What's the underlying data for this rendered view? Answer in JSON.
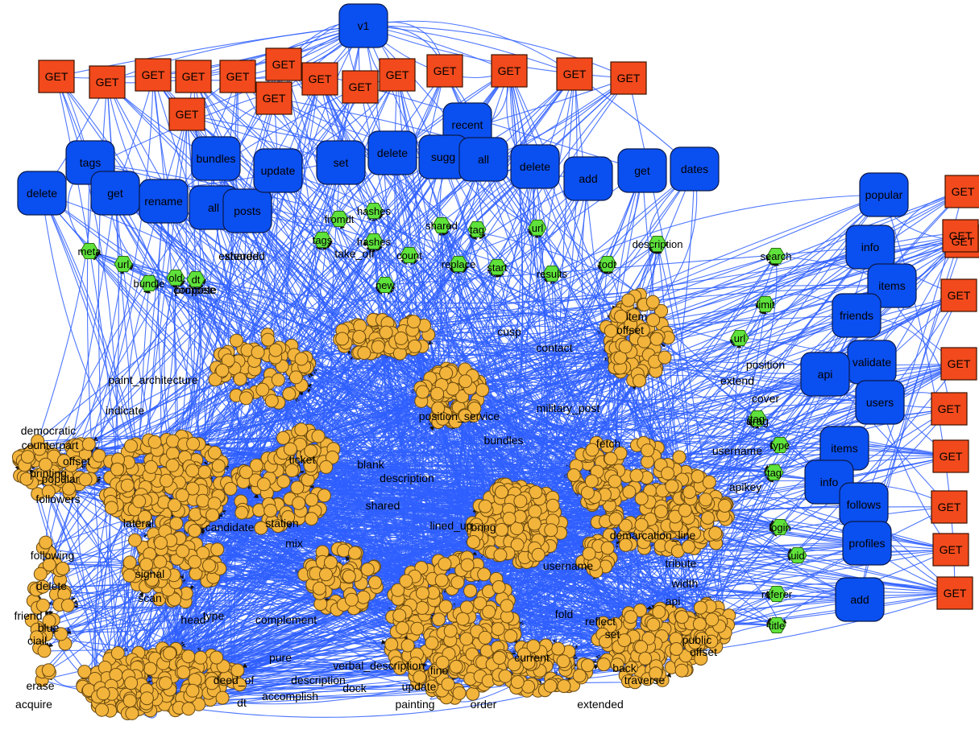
{
  "diagram": {
    "type": "network-graph",
    "colors": {
      "edge": "#2f5fff",
      "endpoint_node": "#0a4ff0",
      "method_node": "#f24a1c",
      "param_node": "#5fe23b",
      "term_node": "#f3b43c"
    },
    "red_nodes": [
      "GET",
      "GET",
      "GET",
      "GET",
      "GET",
      "GET",
      "GET",
      "GET",
      "GET",
      "GET",
      "GET",
      "GET",
      "GET",
      "GET",
      "GET",
      "GET",
      "GET",
      "GET",
      "GET",
      "GET",
      "GET",
      "GET",
      "GET",
      "GET",
      "GET"
    ],
    "blue_nodes": [
      "v1",
      "tags",
      "delete",
      "get",
      "bundles",
      "rename",
      "all",
      "posts",
      "update",
      "set",
      "delete",
      "recent",
      "sugg",
      "all",
      "delete",
      "add",
      "get",
      "dates",
      "popular",
      "info",
      "items",
      "friends",
      "validate",
      "api",
      "users",
      "items",
      "info",
      "follows",
      "profiles",
      "add"
    ],
    "green_nodes": [
      "meta",
      "url",
      "bundle",
      "old",
      "dt",
      "tags",
      "fromdt",
      "hashes",
      "hashes",
      "count",
      "shared",
      "tag",
      "url",
      "replace",
      "start",
      "todt",
      "description",
      "results",
      "new",
      "search",
      "limit",
      "url",
      "tag",
      "type",
      "tag",
      "login",
      "uid",
      "referer",
      "title"
    ],
    "text_labels": [
      "propose",
      "extended",
      "take_off",
      "paint_architecture",
      "indicate",
      "democratic",
      "counterpart",
      "offset",
      "printing",
      "popular",
      "followers",
      "following",
      "delete",
      "friend",
      "blue",
      "ciail",
      "erase",
      "acquire",
      "lateral",
      "candidate",
      "signal",
      "scan",
      "head",
      "type",
      "complement",
      "description",
      "verbal_description",
      "update",
      "pure",
      "dt",
      "deed_of",
      "cusp",
      "contact",
      "item",
      "offset",
      "military_post",
      "position_service",
      "bundles",
      "ticket",
      "blank",
      "description",
      "shared",
      "lined_up",
      "bring",
      "fetch",
      "drag",
      "cover",
      "extend",
      "position",
      "username",
      "apikey",
      "api",
      "public",
      "offset",
      "username",
      "demarcation_line",
      "tribute",
      "traverse",
      "back",
      "extended",
      "current",
      "set",
      "fold",
      "width",
      "reflect",
      "accomplish",
      "dock",
      "fine",
      "painting",
      "order",
      "mix",
      "station",
      "compete",
      "shared"
    ]
  }
}
